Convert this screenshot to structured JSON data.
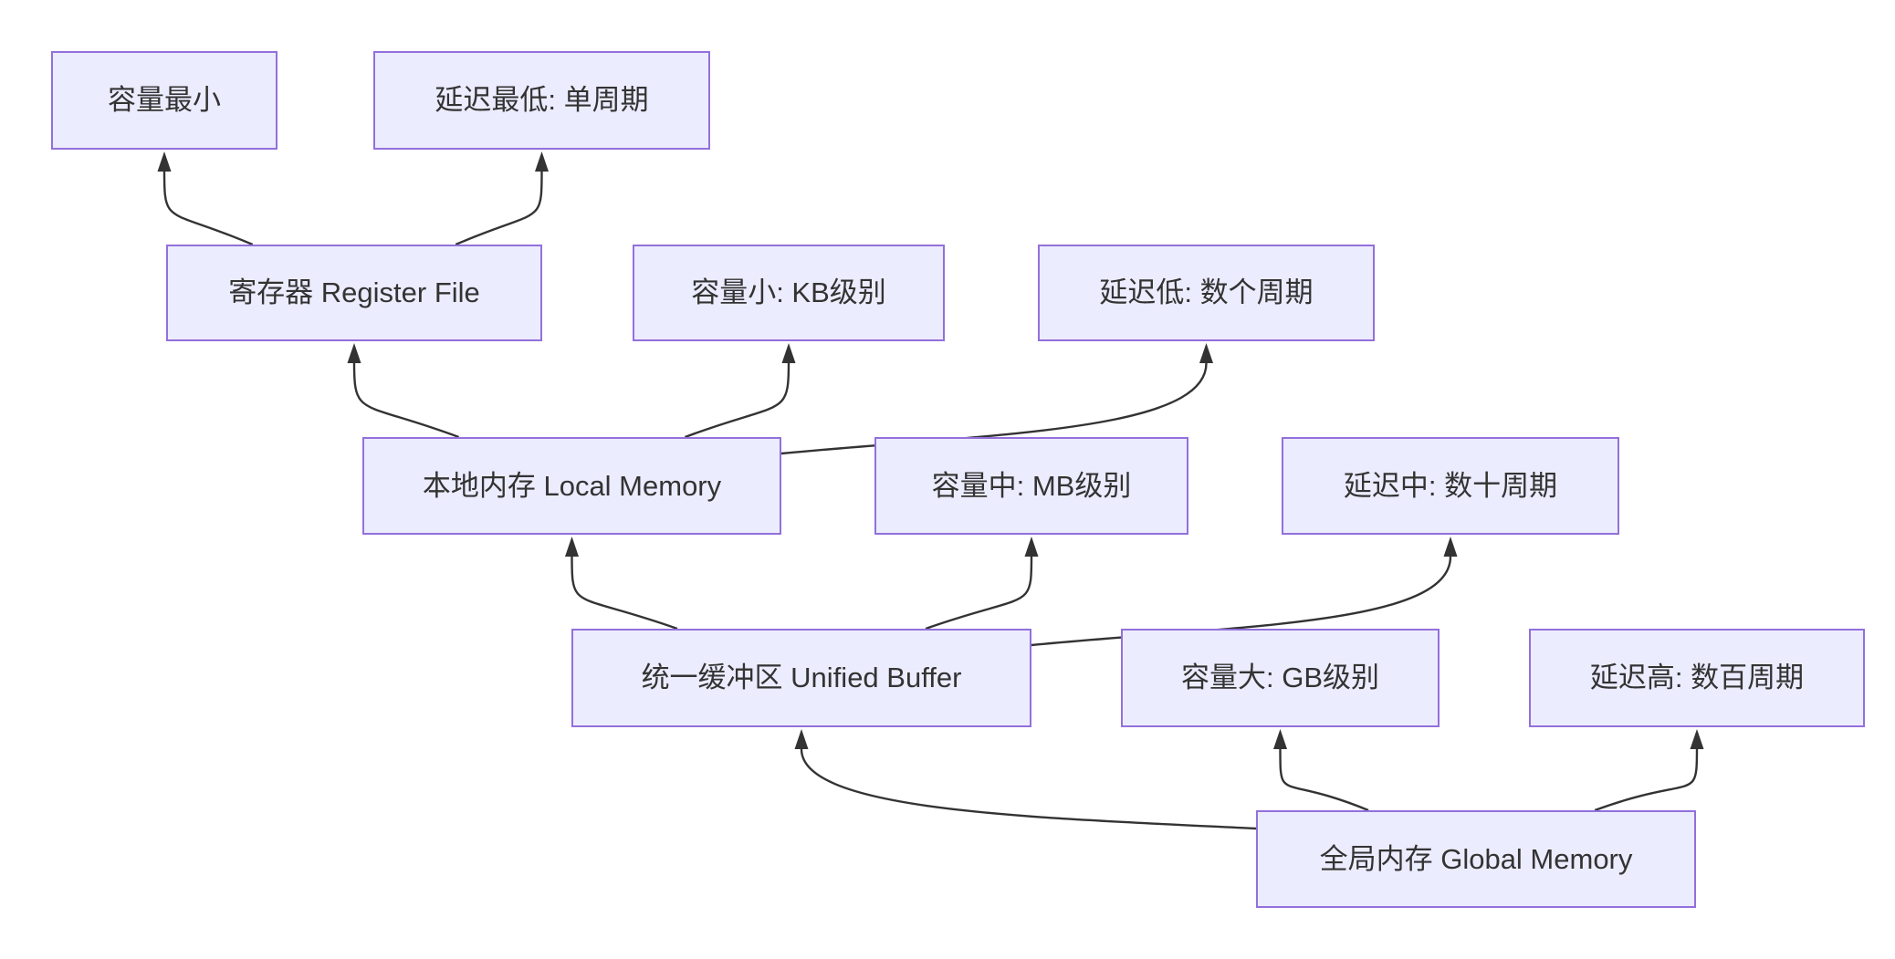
{
  "diagram": {
    "title": "memory-hierarchy-flowchart",
    "background_color": "#ffffff",
    "node_fill_color": "#ECECFF",
    "node_border_color": "#9370DB",
    "text_color": "#333333",
    "edge_color": "#333333",
    "nodes": [
      {
        "id": "cap-min",
        "label": "容量最小"
      },
      {
        "id": "lat-min",
        "label": "延迟最低: 单周期"
      },
      {
        "id": "register-file",
        "label": "寄存器 Register File"
      },
      {
        "id": "cap-small",
        "label": "容量小: KB级别"
      },
      {
        "id": "lat-low",
        "label": "延迟低: 数个周期"
      },
      {
        "id": "local-memory",
        "label": "本地内存 Local Memory"
      },
      {
        "id": "cap-mid",
        "label": "容量中: MB级别"
      },
      {
        "id": "lat-mid",
        "label": "延迟中: 数十周期"
      },
      {
        "id": "unified-buffer",
        "label": "统一缓冲区 Unified Buffer"
      },
      {
        "id": "cap-large",
        "label": "容量大: GB级别"
      },
      {
        "id": "lat-high",
        "label": "延迟高: 数百周期"
      },
      {
        "id": "global-memory",
        "label": "全局内存 Global Memory"
      }
    ],
    "edges": [
      {
        "from": "register-file",
        "to": "cap-min"
      },
      {
        "from": "register-file",
        "to": "lat-min"
      },
      {
        "from": "local-memory",
        "to": "register-file"
      },
      {
        "from": "local-memory",
        "to": "cap-small"
      },
      {
        "from": "local-memory",
        "to": "lat-low"
      },
      {
        "from": "unified-buffer",
        "to": "local-memory"
      },
      {
        "from": "unified-buffer",
        "to": "cap-mid"
      },
      {
        "from": "unified-buffer",
        "to": "lat-mid"
      },
      {
        "from": "global-memory",
        "to": "unified-buffer"
      },
      {
        "from": "global-memory",
        "to": "cap-large"
      },
      {
        "from": "global-memory",
        "to": "lat-high"
      }
    ]
  }
}
